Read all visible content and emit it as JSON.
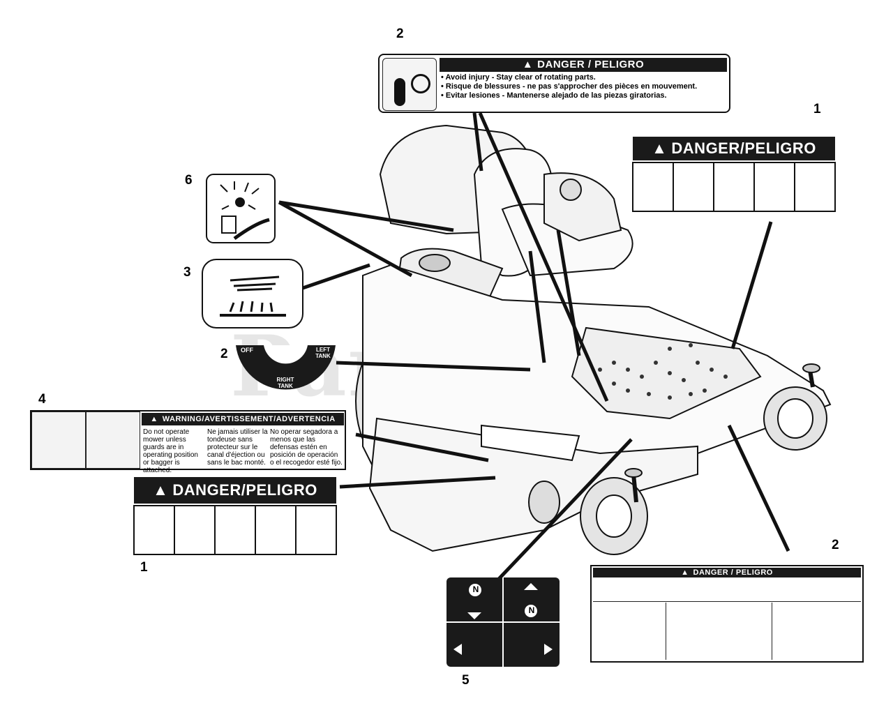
{
  "watermark": "PartsTree",
  "callouts": {
    "n2_top": "2",
    "n1_right": "1",
    "n6": "6",
    "n3": "3",
    "n2_left": "2",
    "n4": "4",
    "n1_bottom": "1",
    "n2_bottom": "2",
    "n5": "5"
  },
  "decal_rotating": {
    "header": "DANGER / PELIGRO",
    "lines": [
      "• Avoid injury - Stay clear of rotating parts.",
      "• Risque de blessures - ne pas s'approcher des pièces en mouvement.",
      "• Evitar lesiones - Mantenerse alejado de las piezas giratorias."
    ]
  },
  "decal_danger_icons": {
    "header": "DANGER/PELIGRO"
  },
  "decal_fuel": {
    "left": "LEFT TANK",
    "off": "OFF",
    "right": "RIGHT TANK"
  },
  "decal_warning": {
    "header": "WARNING/AVERTISSEMENT/ADVERTENCIA",
    "col1": "Do not operate mower unless guards are in operating position or bagger is attached.",
    "col2": "Ne jamais utiliser la tondeuse sans protecteur sur le canal d'éjection ou sans le bac monté.",
    "col3": "No operar segadora a menos que las defensas estén en posición de operación o el recogedor esté fijo."
  },
  "decal_bottom_right": {
    "header": "DANGER / PELIGRO"
  },
  "decal_controls": {
    "neutral_top": "N",
    "neutral_bottom": "N"
  }
}
